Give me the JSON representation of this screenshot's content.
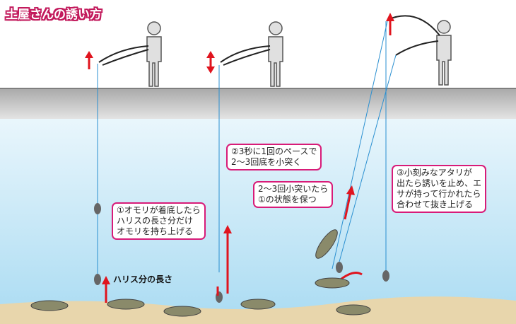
{
  "title": "土屋さんの誘い方",
  "callouts": {
    "step1": "①オモリが着底したら\nハリスの長さ分だけ\nオモリを持ち上げる",
    "step2": "②3秒に1回のペースで\n2～3回底を小突く",
    "step2b": "2～3回小突いたら\n①の状態を保つ",
    "step3": "③小刻みなアタリが\n出たら誘いを止め、エ\nサが持って行かれたら\n合わせて抜き上げる"
  },
  "labels": {
    "harisu_length": "ハリス分の長さ"
  },
  "colors": {
    "accent": "#d81b78",
    "arrow": "#e0141e",
    "water": "#bfe6f7",
    "line": "#2a8fd0",
    "sand": "#e8d6ac"
  }
}
